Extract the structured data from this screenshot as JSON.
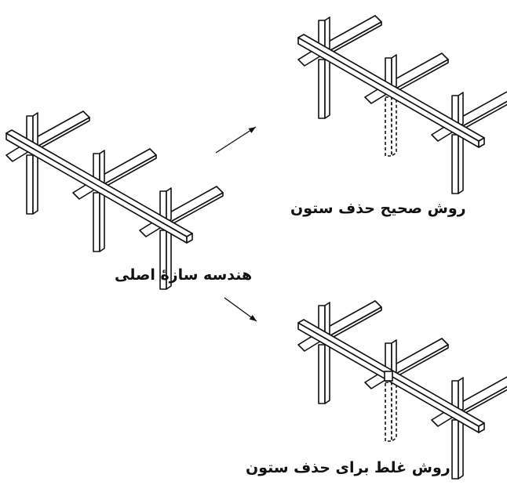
{
  "captions": {
    "original": "هندسه سازهٔ اصلی",
    "correct": "روش صحیح حذف ستون",
    "wrong": "روش غلط برای حذف ستون"
  },
  "colors": {
    "ink": "#111111",
    "background": "#ffffff"
  },
  "frames": [
    {
      "id": "original",
      "columns": [
        "solid",
        "solid",
        "solid"
      ]
    },
    {
      "id": "correct",
      "columns": [
        "solid",
        "removed-dashed",
        "solid"
      ]
    },
    {
      "id": "wrong",
      "columns": [
        "solid",
        "removed-dashed-with-joint",
        "solid"
      ]
    }
  ],
  "arrows": [
    "to-correct",
    "to-wrong"
  ]
}
